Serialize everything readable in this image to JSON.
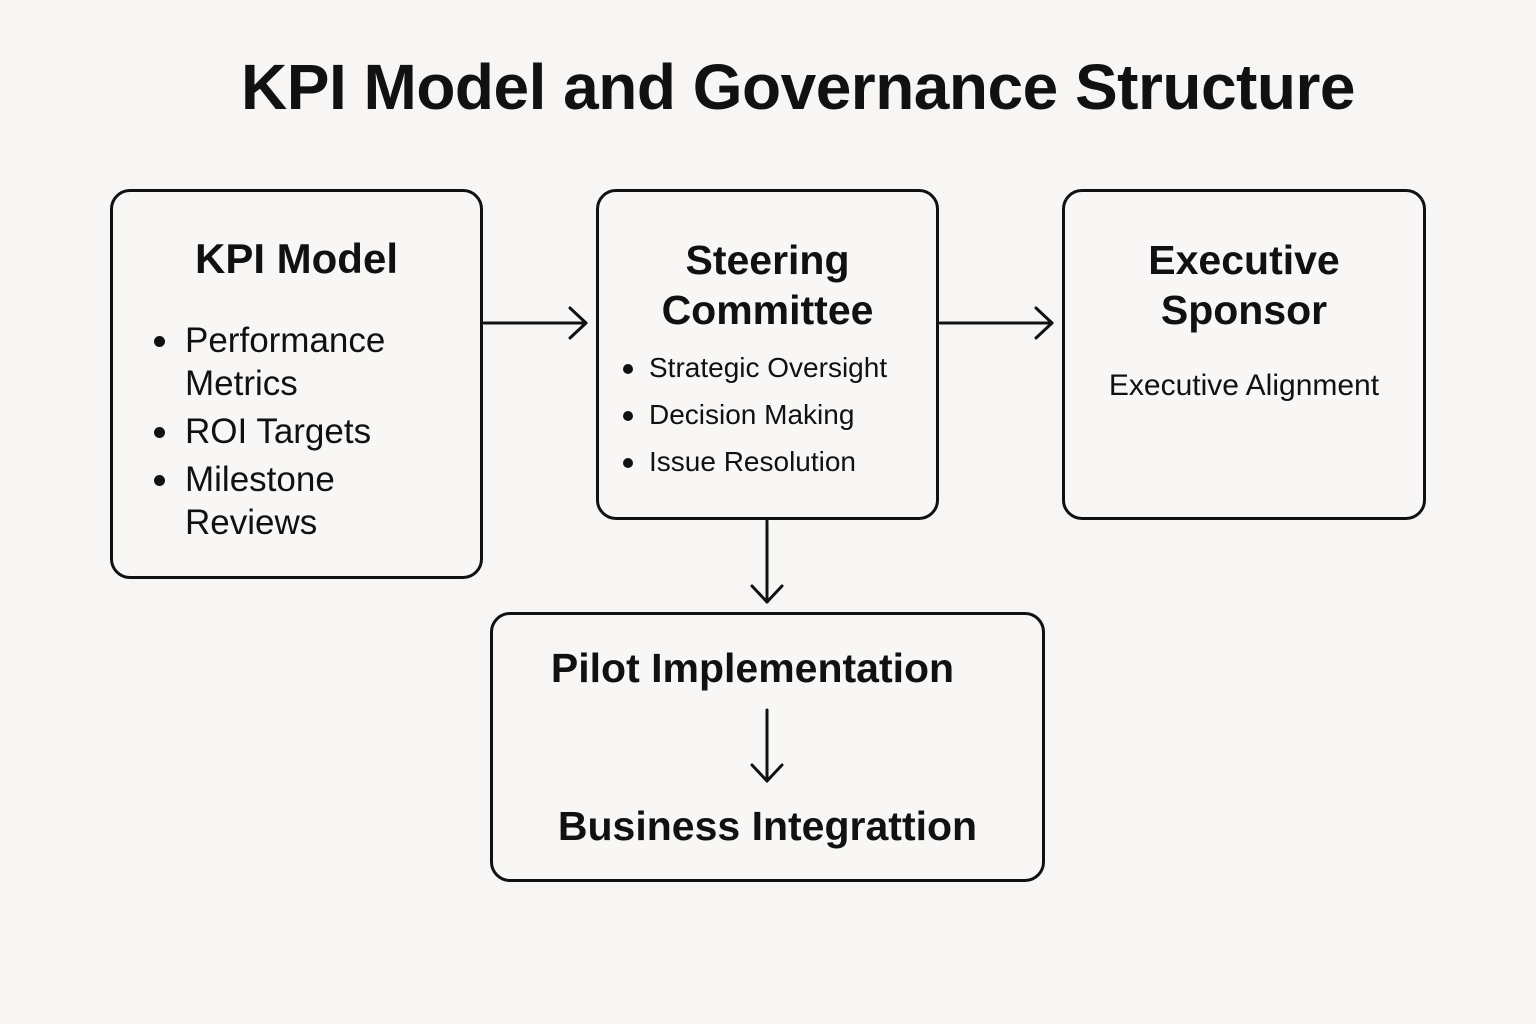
{
  "title": "KPI Model and Governance Structure",
  "kpi_model": {
    "heading": "KPI Model",
    "items": [
      "Performance Metrics",
      "ROI Targets",
      "Milestone Reviews"
    ]
  },
  "steering_committee": {
    "heading_line1": "Steering",
    "heading_line2": "Committee",
    "items": [
      "Strategic Oversight",
      "Decision Making",
      "Issue Resolution"
    ]
  },
  "executive_sponsor": {
    "heading_line1": "Executive",
    "heading_line2": "Sponsor",
    "text": "Executive Alignment"
  },
  "pilot_box": {
    "heading": "Pilot Implementation",
    "next_stage": "Business Integrattion"
  }
}
